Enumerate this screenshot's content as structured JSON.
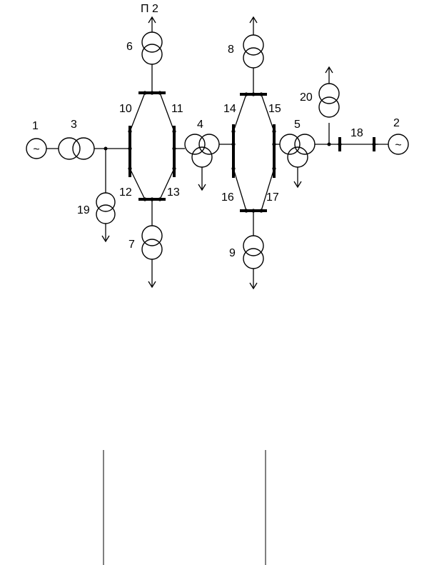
{
  "diagram": {
    "labels": {
      "gen1": "1",
      "gen2": "2",
      "t3": "3",
      "t4": "4",
      "t5": "5",
      "t6": "6",
      "t7": "7",
      "t8": "8",
      "t9": "9",
      "n10": "10",
      "n11": "11",
      "n12": "12",
      "n13": "13",
      "n14": "14",
      "n15": "15",
      "n16": "16",
      "n17": "17",
      "n18": "18",
      "t19": "19",
      "t20": "20",
      "p2": "П 2"
    },
    "gen_symbol": "~"
  }
}
